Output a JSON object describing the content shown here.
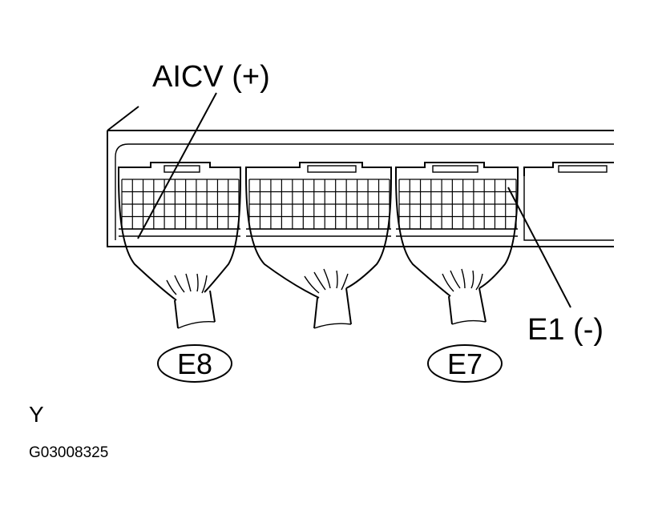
{
  "labels": {
    "aicv": "AICV (+)",
    "e1": "E1 (-)",
    "connector_e8": "E8",
    "connector_e7": "E7",
    "view": "Y",
    "figure_code": "G03008325"
  }
}
